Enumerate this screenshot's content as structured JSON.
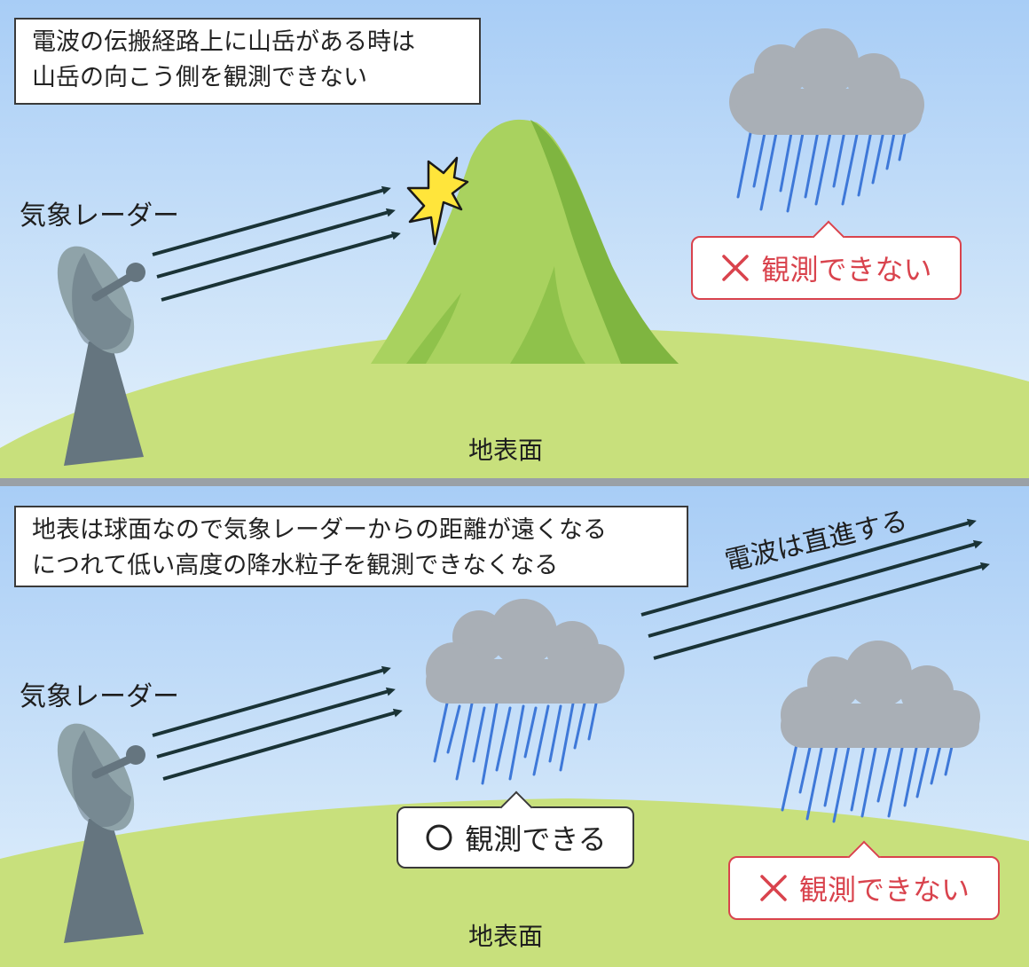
{
  "top_panel": {
    "note_lines": [
      "電波の伝搬経路上に山岳がある時は",
      "山岳の向こう側を観測できない"
    ],
    "radar_label": "気象レーダー",
    "ground_label": "地表面",
    "result_callout": {
      "symbol": "cross",
      "text": "観測できない"
    }
  },
  "bottom_panel": {
    "note_lines": [
      "地表は球面なので気象レーダーからの距離が遠くなる",
      "につれて低い高度の降水粒子を観測できなくなる"
    ],
    "radar_label": "気象レーダー",
    "beam_label": "電波は直進する",
    "ground_label": "地表面",
    "near_callout": {
      "symbol": "circle",
      "text": "観測できる"
    },
    "far_callout": {
      "symbol": "cross",
      "text": "観測できない"
    }
  },
  "colors": {
    "sky_top": "#a8cdf6",
    "sky_bottom": "#e4f1fb",
    "ground": "#c8e07c",
    "mountain_light": "#a9d25f",
    "mountain_dark": "#7fb540",
    "radar": "#65757f",
    "cloud": "#a9afb6",
    "rain": "#3e78d8",
    "beam": "#1a3336",
    "burst": "#ffe53b",
    "ng": "#d9434d"
  }
}
